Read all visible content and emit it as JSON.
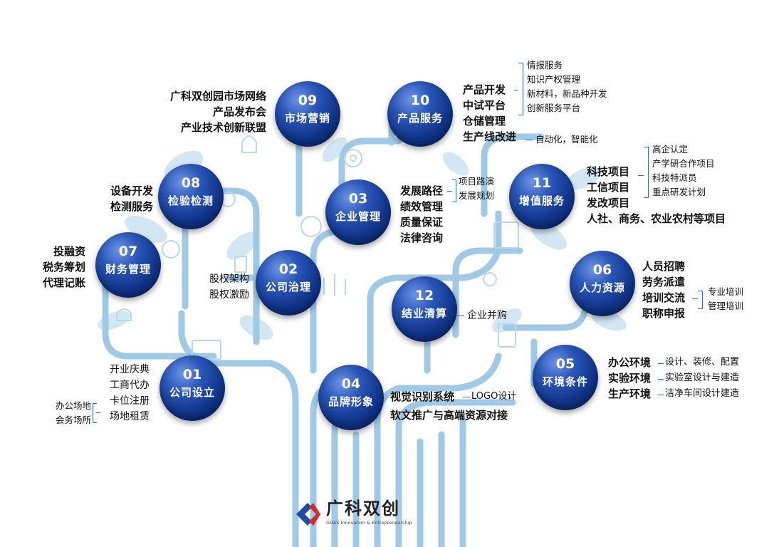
{
  "colors": {
    "accent": "#7fb3d8",
    "node": "#123a8c",
    "bracket": "#2f6db0"
  },
  "nodes": [
    {
      "id": "01",
      "name": "公司设立"
    },
    {
      "id": "02",
      "name": "公司治理"
    },
    {
      "id": "03",
      "name": "企业管理"
    },
    {
      "id": "04",
      "name": "品牌形象"
    },
    {
      "id": "05",
      "name": "环境条件"
    },
    {
      "id": "06",
      "name": "人力资源"
    },
    {
      "id": "07",
      "name": "财务管理"
    },
    {
      "id": "08",
      "name": "检验检测"
    },
    {
      "id": "09",
      "name": "市场营销"
    },
    {
      "id": "10",
      "name": "产品服务"
    },
    {
      "id": "11",
      "name": "增值服务"
    },
    {
      "id": "12",
      "name": "结业清算"
    }
  ],
  "labels": {
    "n01": [
      "开业庆典",
      "工商代办",
      "卡位注册",
      "场地租赁"
    ],
    "n01_sub": [
      "办公场地",
      "会务场所"
    ],
    "n02": [
      "股权架构",
      "股权激励"
    ],
    "n03": [
      "发展路径",
      "绩效管理",
      "质量保证",
      "法律咨询"
    ],
    "n03_sub": [
      "项目路演",
      "发展规划"
    ],
    "n04": [
      "视觉识别系统",
      "软文推广与高端资源对接"
    ],
    "n04_sub": "LOGO设计",
    "n05": [
      "办公环境",
      "实验环境",
      "生产环境"
    ],
    "n05_sub": [
      "设计、装修、配置",
      "实验室设计与建造",
      "洁净车间设计建造"
    ],
    "n06": [
      "人员招聘",
      "劳务派遣",
      "培训交流",
      "职称申报"
    ],
    "n06_sub": [
      "专业培训",
      "管理培训"
    ],
    "n07": [
      "投融资",
      "税务筹划",
      "代理记账"
    ],
    "n08": [
      "设备开发",
      "检测服务"
    ],
    "n09": [
      "广科双创园市场网络",
      "产品发布会",
      "产业技术创新联盟"
    ],
    "n10": [
      "产品开发",
      "中试平台",
      "仓储管理",
      "生产线改进"
    ],
    "n10_sub": [
      "情报服务",
      "知识产权管理",
      "新材料，新品种开发",
      "创新服务平台"
    ],
    "n10_sub2": "自动化，智能化",
    "n11": [
      "科技项目",
      "工信项目",
      "发改项目",
      "人社、商务、农业农村等项目"
    ],
    "n11_sub": [
      "高企认定",
      "产学研合作项目",
      "科技特派员",
      "重点研发计划"
    ],
    "n12": "企业并购"
  },
  "logo": {
    "name": "广科双创",
    "tagline": "GDAS Innovation & Entrepreneurship"
  }
}
